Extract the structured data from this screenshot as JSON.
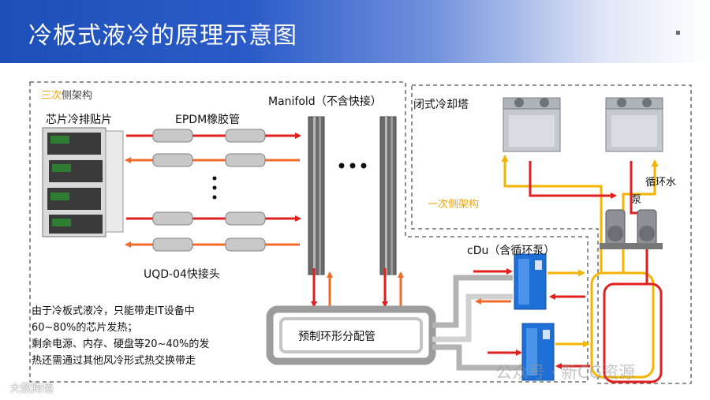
{
  "header": {
    "title": "冷板式液冷的原理示意图",
    "dot": "▪"
  },
  "labels": {
    "tertiary_prefix": "三次",
    "tertiary_suffix": "侧架构",
    "chip_plate": "芯片冷排贴片",
    "epdm_hose": "EPDM橡胶管",
    "manifold": "Manifold（不含快接）",
    "cooling_tower": "闭式冷却塔",
    "circulating_water": "循环水",
    "pump": "泵",
    "primary": "一次侧架构",
    "cdu": "cDu（含循环泵）",
    "uqd": "UQD-04快接头",
    "ring_manifold": "预制环形分配管"
  },
  "description": {
    "line1": "由于冷板式液冷，只能带走IT设备中",
    "line2": "60~80%的芯片发热；",
    "line3": "剩余电源、内存、硬盘等20~40%的发",
    "line4": "热还需通过其他风冷形式热交换带走"
  },
  "watermarks": {
    "left": "大数跨境",
    "right": "公众号 · 新CG资源"
  },
  "colors": {
    "hot": "#e02020",
    "warm": "#f06a2a",
    "cool_yellow": "#f4b400",
    "header_blue": "#1d4fb8"
  }
}
